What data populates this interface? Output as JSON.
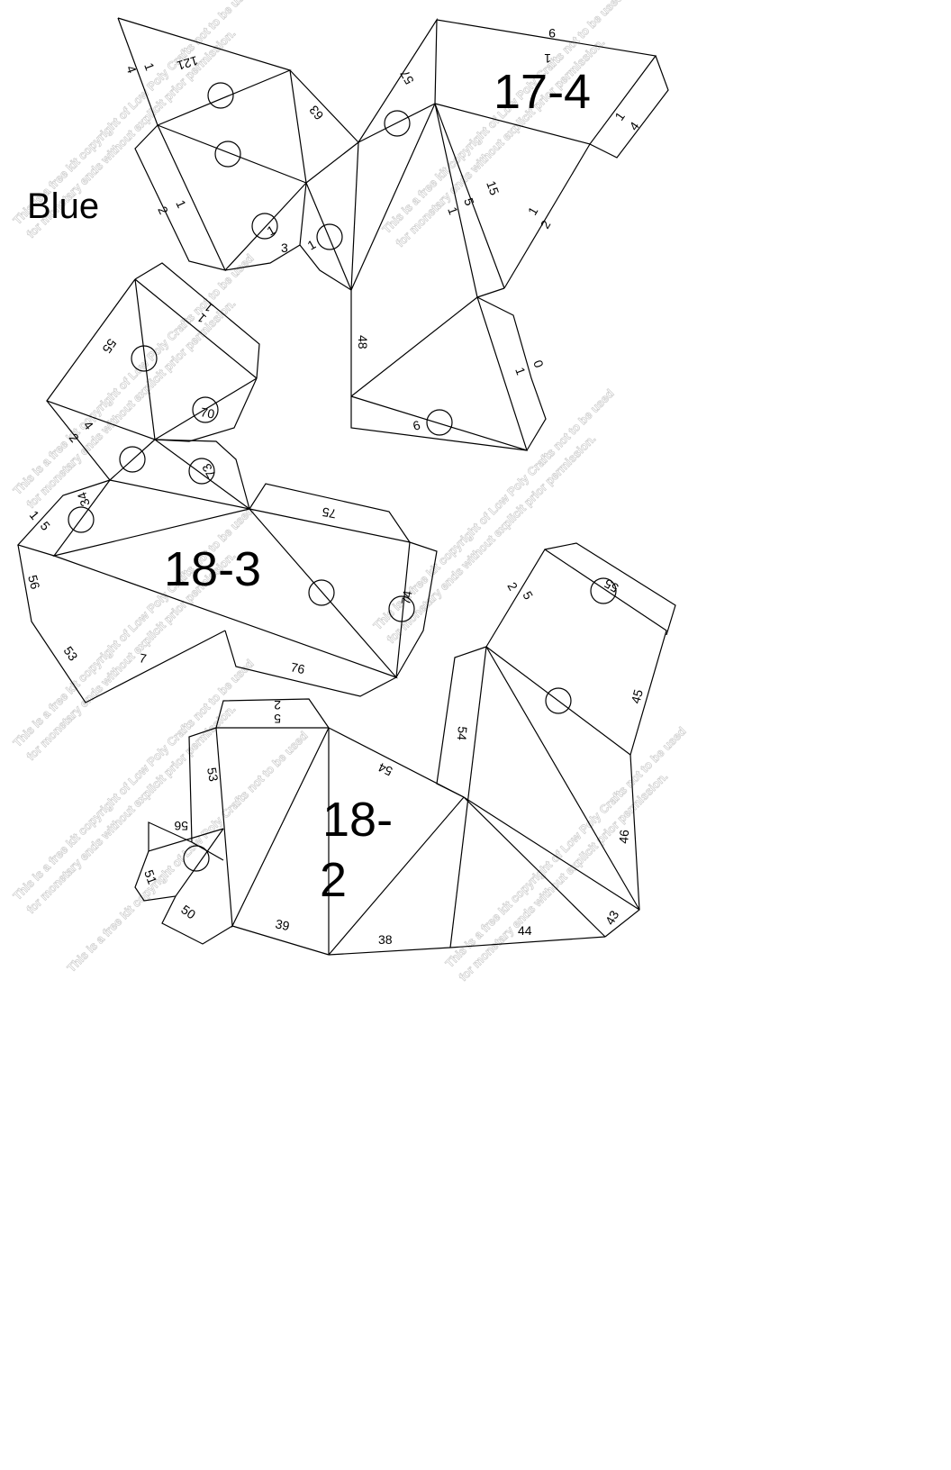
{
  "color_label": "Blue",
  "piece_labels": [
    "17-4",
    "18-3",
    "18-",
    "2"
  ],
  "watermark": [
    "This is a free kit copyright of Low Poly Crafts not to be used",
    "for monetary ends without explicit prior permission."
  ],
  "edge_labels": [
    "121",
    "1",
    "4",
    "63",
    "2",
    "1",
    "3",
    "1",
    "1",
    "57",
    "9",
    "1",
    "1",
    "4",
    "15",
    "5",
    "1",
    "1",
    "2",
    "48",
    "0",
    "1",
    "6",
    "55",
    "1",
    "1",
    "70",
    "4",
    "2",
    "73",
    "34",
    "5",
    "1",
    "56",
    "53",
    "7",
    "75",
    "74",
    "76",
    "5",
    "2",
    "53",
    "56",
    "51",
    "50",
    "39",
    "54",
    "54",
    "38",
    "44",
    "43",
    "46",
    "45",
    "2",
    "5",
    "55"
  ]
}
